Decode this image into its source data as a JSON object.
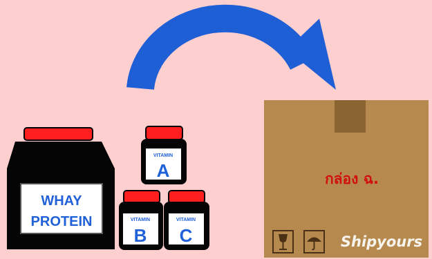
{
  "background_color": "#fdcfcf",
  "arrow": {
    "color": "#1f5fd6",
    "icon": "curved-arrow-icon"
  },
  "protein_jar": {
    "label_line1": "WHAY",
    "label_line2": "PROTEIN",
    "lid_color": "#ff1f1f",
    "body_color": "#050505",
    "label_text_color": "#2060d8"
  },
  "vitamin_bottles": [
    {
      "label": "VITAMIN",
      "letter": "A"
    },
    {
      "label": "VITAMIN",
      "letter": "B"
    },
    {
      "label": "VITAMIN",
      "letter": "C"
    }
  ],
  "box": {
    "label": "กล่อง ฉ.",
    "watermark": "Shipyours",
    "color": "#b68a4e",
    "label_color": "#d10f0f",
    "icons": [
      "fragile-glass-icon",
      "keep-dry-umbrella-icon"
    ]
  }
}
